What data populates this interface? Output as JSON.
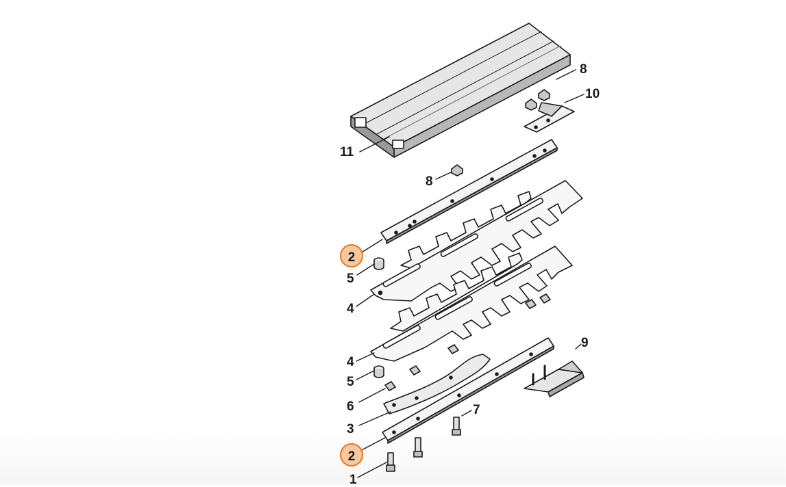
{
  "labels": {
    "p11": "11",
    "p8a": "8",
    "p10": "10",
    "p8b": "8",
    "p2a": "2",
    "p5a": "5",
    "p4a": "4",
    "p4b": "4",
    "p5b": "5",
    "p6": "6",
    "p3": "3",
    "p2b": "2",
    "p7": "7",
    "p9": "9",
    "p1": "1"
  },
  "colors": {
    "highlight_fill": "#f6c9a0",
    "highlight_stroke": "#e8741c",
    "line": "#1a1a1a"
  }
}
